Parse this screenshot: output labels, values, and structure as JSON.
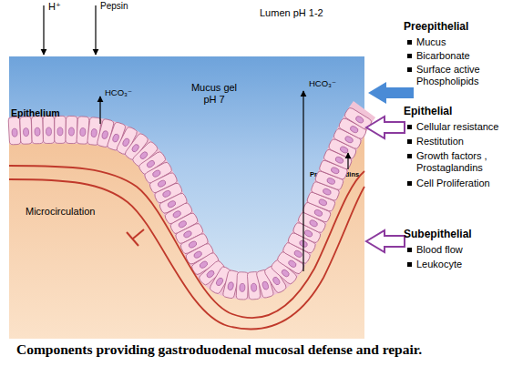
{
  "diagram": {
    "caption": "Components providing gastroduodenal mucosal defense and repair.",
    "nodes": [
      {
        "text": [
          "Mucus gel pH 7"
        ]
      },
      {
        "text": [
          "Epithelium"
        ]
      },
      {
        "text": [
          "Microcirculation",
          "Prostaglandins"
        ]
      }
    ],
    "labels": [
      "H⁺",
      "Pepsin",
      "Lumen pH 1-2",
      "HCO₃⁻",
      "HCO₃⁻",
      "Preepithelial",
      "Mucus",
      "Bicarbonate",
      "Surface active Phospholipids",
      "Epithelial",
      "Cellular resistance",
      "Restitution",
      "Growth factors , Prostaglandins",
      "Cell Proliferation",
      "Subepithelial",
      "Blood flow",
      "Leukocyte"
    ]
  }
}
